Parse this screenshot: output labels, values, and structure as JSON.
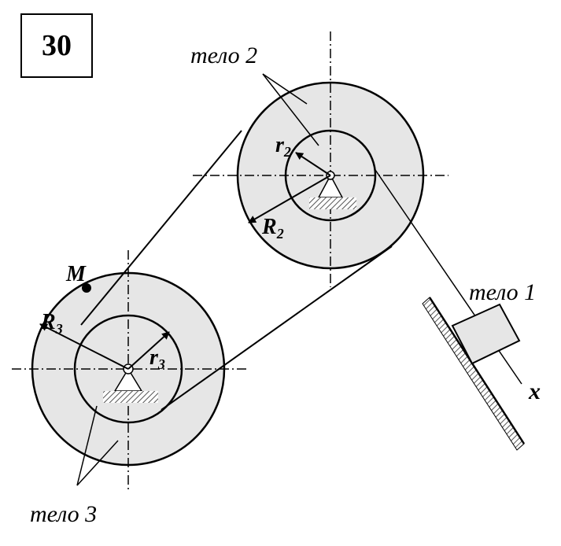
{
  "problem_number": "30",
  "labels": {
    "body1": "тело 1",
    "body2": "тело 2",
    "body3": "тело 3",
    "axis_x": "x",
    "point_m": "M",
    "r2_main": "r",
    "r2_sub": "2",
    "R2_main": "R",
    "R2_sub": "2",
    "r3_main": "r",
    "r3_sub": "3",
    "R3_main": "R",
    "R3_sub": "3"
  },
  "colors": {
    "fill": "#e6e6e6",
    "stroke": "#000000"
  }
}
